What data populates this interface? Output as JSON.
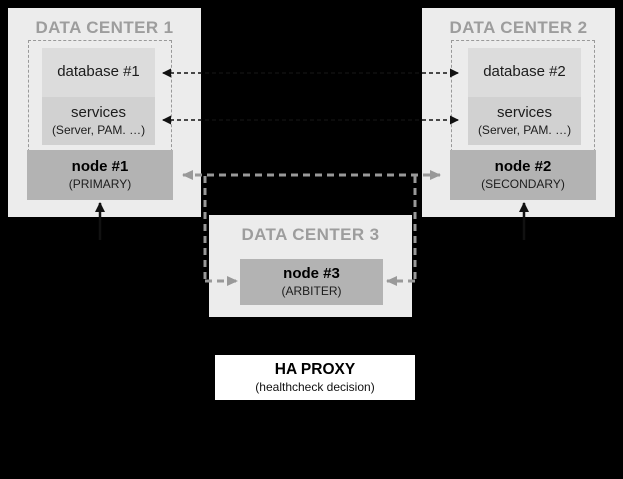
{
  "colors": {
    "canvas_bg": "#000000",
    "dc_bg": "#ececec",
    "database_box_bg": "#dcdcdc",
    "services_box_bg": "#d1d1d1",
    "node_box_bg": "#b3b3b3",
    "dc_title": "#9d9d9d",
    "text": "#111111",
    "haproxy_bg": "#ffffff",
    "dash_gray": "#999999"
  },
  "dc1": {
    "title": "DATA CENTER 1",
    "database_label": "database #1",
    "services_label": "services",
    "services_detail": "(Server, PAM. …)",
    "node_label": "node #1",
    "node_role": "(PRIMARY)"
  },
  "dc2": {
    "title": "DATA CENTER 2",
    "database_label": "database #2",
    "services_label": "services",
    "services_detail": "(Server, PAM. …)",
    "node_label": "node #2",
    "node_role": "(SECONDARY)"
  },
  "dc3": {
    "title": "DATA CENTER 3",
    "node_label": "node #3",
    "node_role": "(ARBITER)"
  },
  "haproxy": {
    "title": "HA PROXY",
    "subtitle": "(healthcheck decision)"
  }
}
